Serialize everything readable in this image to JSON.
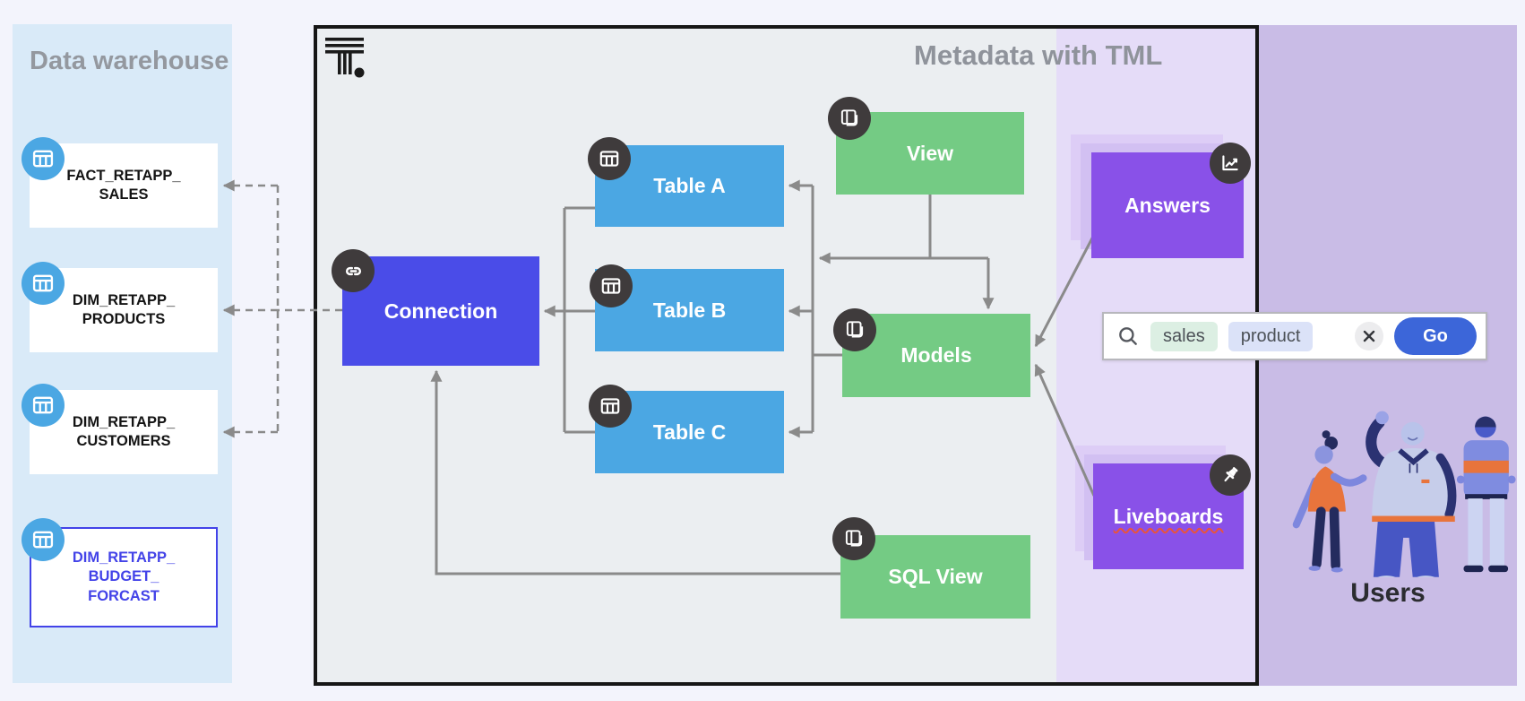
{
  "warehouse": {
    "title": "Data warehouse",
    "tables": [
      {
        "label": "FACT_RETAPP_\nSALES",
        "highlighted": false
      },
      {
        "label": "DIM_RETAPP_\nPRODUCTS",
        "highlighted": false
      },
      {
        "label": "DIM_RETAPP_\nCUSTOMERS",
        "highlighted": false
      },
      {
        "label": "DIM_RETAPP_\nBUDGET_\nFORCAST",
        "highlighted": true
      }
    ]
  },
  "diagram": {
    "title": "Metadata with TML",
    "logo": "thoughtspot-logo",
    "nodes": {
      "connection": {
        "label": "Connection",
        "badge_icon": "link-icon"
      },
      "table_a": {
        "label": "Table A",
        "badge_icon": "table-icon"
      },
      "table_b": {
        "label": "Table B",
        "badge_icon": "table-icon"
      },
      "table_c": {
        "label": "Table C",
        "badge_icon": "table-icon"
      },
      "view": {
        "label": "View",
        "badge_icon": "worksheet-icon"
      },
      "models": {
        "label": "Models",
        "badge_icon": "worksheet-icon"
      },
      "sql_view": {
        "label": "SQL View",
        "badge_icon": "worksheet-icon"
      }
    }
  },
  "consumption": {
    "answers": {
      "label": "Answers",
      "badge_icon": "chart-line-icon"
    },
    "liveboards": {
      "label": "Liveboards",
      "badge_icon": "pushpin-icon"
    },
    "search": {
      "chips": [
        "sales",
        "product"
      ],
      "go_label": "Go",
      "icons": [
        "search-icon",
        "clear-search-icon"
      ]
    }
  },
  "users": {
    "label": "Users"
  },
  "colors": {
    "connection_blue": "#4a4ce8",
    "table_blue": "#4ba7e3",
    "node_green": "#74cb84",
    "consumption_purple": "#8951e8",
    "badge_dark": "#3f3b3c",
    "connector_gray": "#8a8a8a",
    "warehouse_panel": "#d9eaf8",
    "metadata_panel": "#ebeef1",
    "consumption_panel": "#e5dcf8",
    "users_panel": "#c9bce6",
    "go_button_blue": "#3c66d9",
    "highlight_text_blue": "#4343e8",
    "squiggle_red": "#e8543c"
  }
}
